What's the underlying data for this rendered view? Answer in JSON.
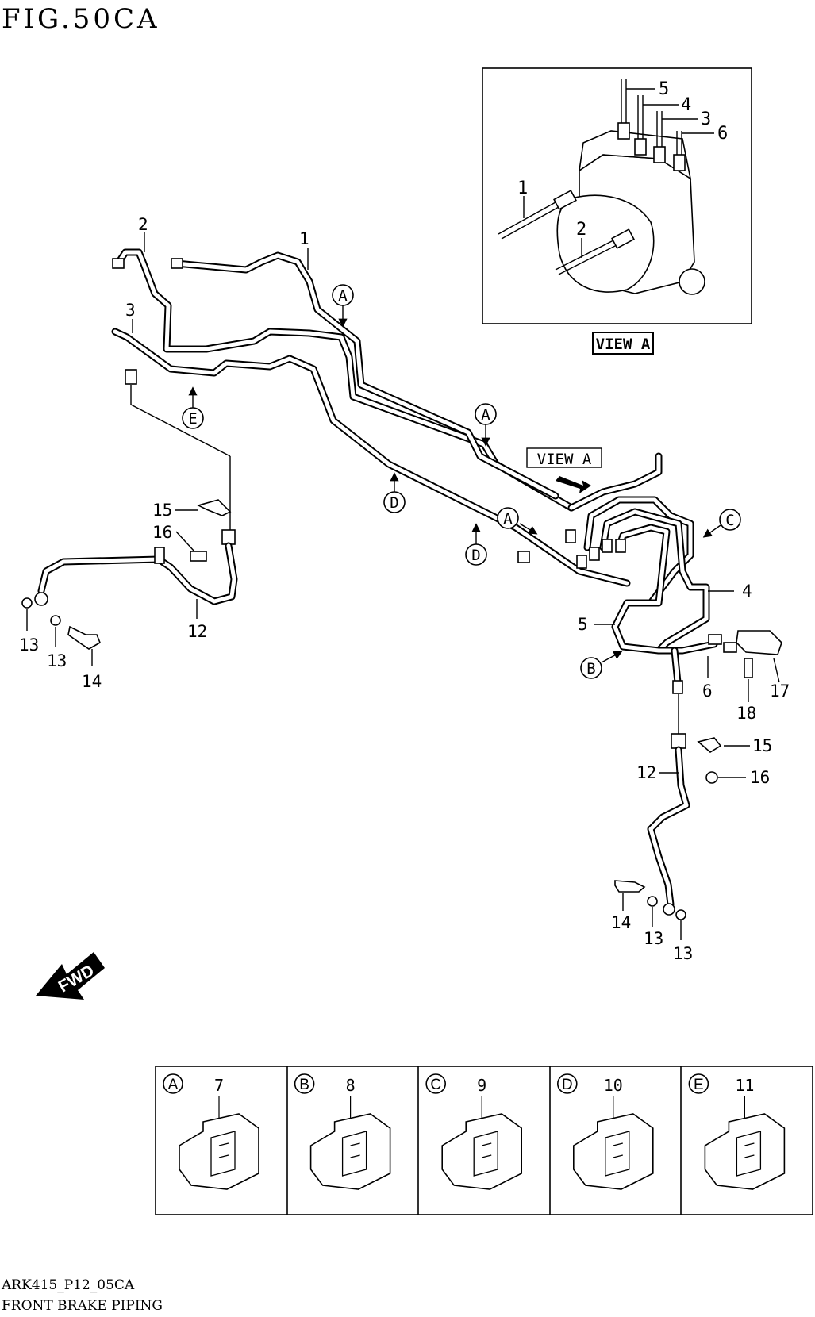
{
  "header": {
    "fig_title": "FIG.50CA"
  },
  "footer": {
    "code": "ARK415_P12_05CA",
    "name": "FRONT BRAKE PIPING"
  },
  "view_box": {
    "title": "VIEW A",
    "callout": "VIEW A",
    "labels": {
      "v1": "1",
      "v2": "2",
      "v3": "3",
      "v4": "4",
      "v5": "5",
      "v6": "6"
    }
  },
  "refs": {
    "a": "A",
    "b": "B",
    "c": "C",
    "d": "D",
    "e": "E"
  },
  "parts": {
    "p1": "1",
    "p2": "2",
    "p3": "3",
    "p4": "4",
    "p5": "5",
    "p6": "6",
    "p12l": "12",
    "p12r": "12",
    "p13a": "13",
    "p13b": "13",
    "p13c": "13",
    "p13d": "13",
    "p14l": "14",
    "p14r": "14",
    "p15l": "15",
    "p15r": "15",
    "p16l": "16",
    "p16r": "16",
    "p17": "17",
    "p18": "18"
  },
  "fwd": "FWD",
  "clamp_table": [
    {
      "ref": "A",
      "part": "7"
    },
    {
      "ref": "B",
      "part": "8"
    },
    {
      "ref": "C",
      "part": "9"
    },
    {
      "ref": "D",
      "part": "10"
    },
    {
      "ref": "E",
      "part": "11"
    }
  ]
}
